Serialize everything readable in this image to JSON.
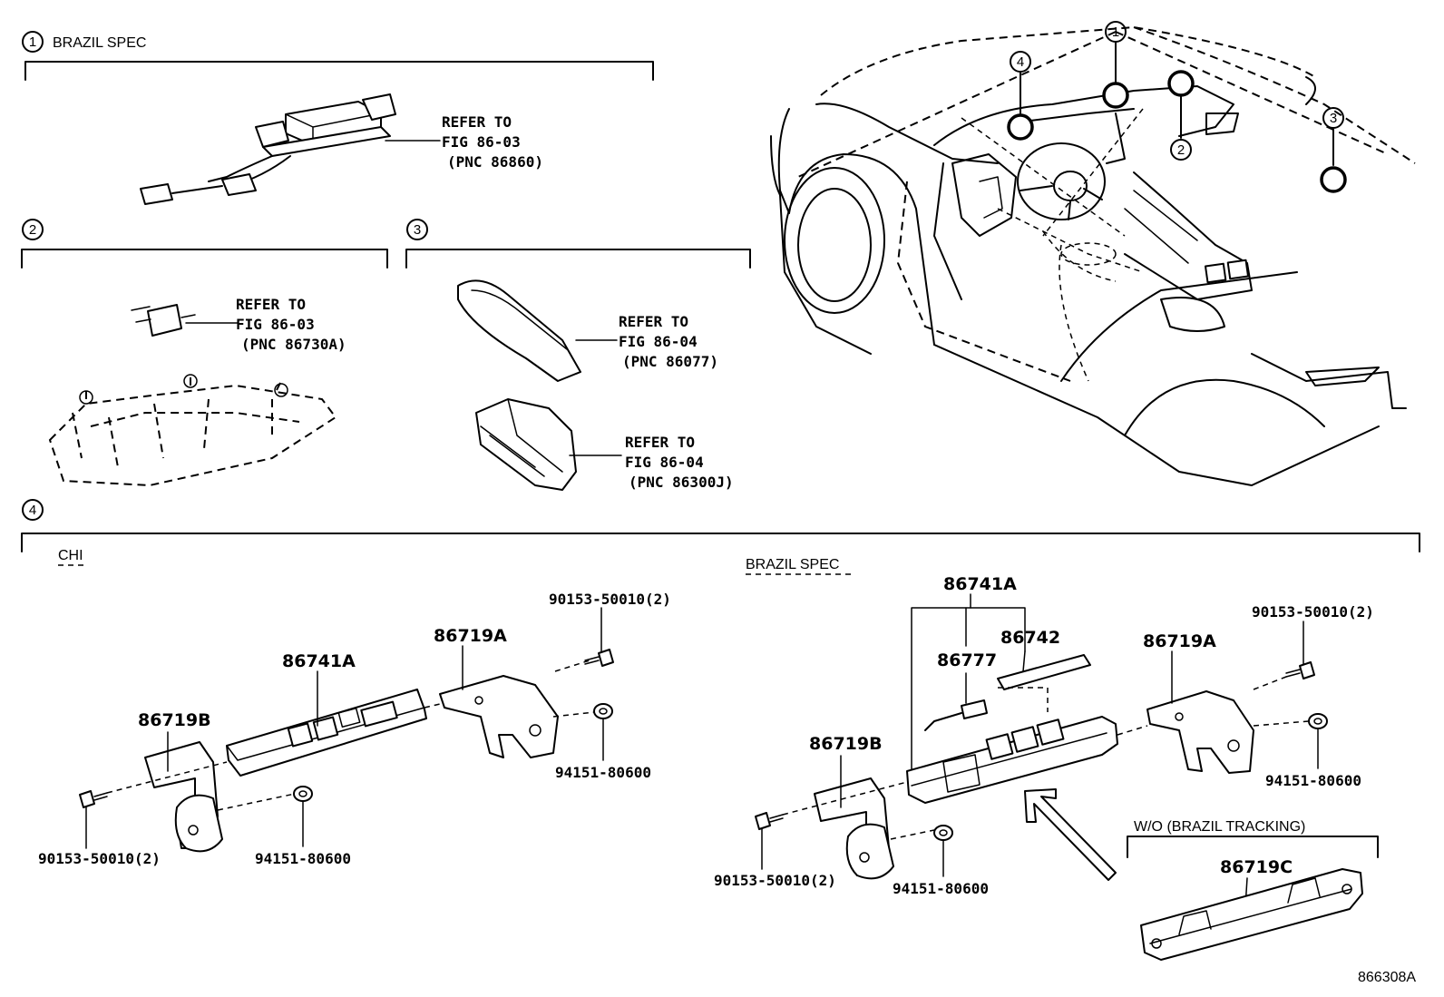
{
  "diagram_id": "866308A",
  "sections": {
    "s1": {
      "marker": "1",
      "label": "BRAZIL SPEC"
    },
    "s2": {
      "marker": "2"
    },
    "s3": {
      "marker": "3"
    },
    "s4": {
      "marker": "4",
      "sub_left": "CHI",
      "sub_right": "BRAZIL SPEC",
      "variant_box": "W/O (BRAZIL TRACKING)"
    }
  },
  "refs": {
    "r1": {
      "line1": "REFER TO",
      "line2": "FIG 86-03",
      "line3": "(PNC 86860)"
    },
    "r2": {
      "line1": "REFER TO",
      "line2": "FIG 86-03",
      "line3": "(PNC 86730A)"
    },
    "r3a": {
      "line1": "REFER TO",
      "line2": "FIG 86-04",
      "line3": "(PNC 86077)"
    },
    "r3b": {
      "line1": "REFER TO",
      "line2": "FIG 86-04",
      "line3": "(PNC 86300J)"
    }
  },
  "car_markers": {
    "m1": "1",
    "m2": "2",
    "m3": "3",
    "m4": "4"
  },
  "parts_chi": {
    "p86741A": "86741A",
    "p86719A": "86719A",
    "p86719B": "86719B",
    "p90153_top": "90153-50010(2)",
    "p94151_right": "94151-80600",
    "p90153_bottom": "90153-50010(2)",
    "p94151_bottom": "94151-80600"
  },
  "parts_brazil": {
    "p86741A": "86741A",
    "p86742": "86742",
    "p86777": "86777",
    "p86719A": "86719A",
    "p86719B": "86719B",
    "p86719C": "86719C",
    "p90153_top": "90153-50010(2)",
    "p94151_right": "94151-80600",
    "p90153_bottom": "90153-50010(2)",
    "p94151_bottom": "94151-80600"
  }
}
